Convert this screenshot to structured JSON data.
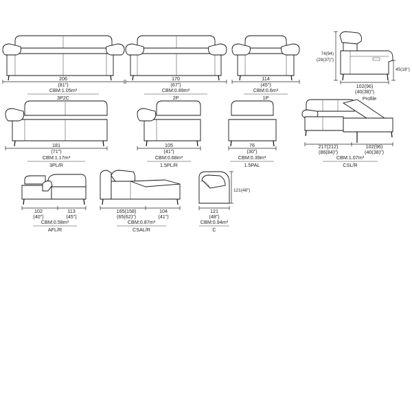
{
  "items": [
    {
      "id": "3p2c",
      "dim1": "206",
      "dim1_in": "(81\")",
      "cbm": "CBM:1.05m³",
      "code": "3P2C"
    },
    {
      "id": "2p",
      "dim1": "170",
      "dim1_in": "(67\")",
      "cbm": "CBM:0.89m³",
      "code": "2P"
    },
    {
      "id": "1p",
      "dim1": "114",
      "dim1_in": "(45\")",
      "cbm": "CBM:0.6m³",
      "code": "1P"
    },
    {
      "id": "profile",
      "height": "74(94)",
      "height_in": "(29(37)\")",
      "seat": "45(18\")",
      "depth": "102(96)",
      "depth_in": "(40(38)\")",
      "code": "Profile"
    },
    {
      "id": "3plr",
      "dim1": "181",
      "dim1_in": "(71\")",
      "cbm": "CBM:1.17m³",
      "code": "3PL/R"
    },
    {
      "id": "15plr",
      "dim1": "105",
      "dim1_in": "(41\")",
      "cbm": "CBM:0.68m³",
      "code": "1.5PL/R"
    },
    {
      "id": "15pal",
      "dim1": "76",
      "dim1_in": "(30\")",
      "cbm": "CBM:0.39m³",
      "code": "1.5PAL"
    },
    {
      "id": "cslr",
      "dim1": "217(212)",
      "dim1_in": "(86(84)\")",
      "dim2": "102(96)",
      "dim2_in": "(40(38)\")",
      "cbm": "CBM:1.07m³",
      "code": "CSL/R"
    },
    {
      "id": "aflr",
      "dim1": "102",
      "dim1_in": "(40\")",
      "dim2": "113",
      "dim2_in": "(45\")",
      "cbm": "CBM:0.58m³",
      "code": "AFL/R"
    },
    {
      "id": "csalr",
      "dim1": "165(158)",
      "dim1_in": "(65(62)\")",
      "dim2": "104",
      "dim2_in": "(41\")",
      "cbm": "CBM:0.87m³",
      "code": "CSAL/R"
    },
    {
      "id": "c",
      "dim1": "121",
      "dim1_in": "(48\")",
      "side": "121(48\")",
      "cbm": "CBM:0.94m³",
      "code": "C"
    }
  ]
}
